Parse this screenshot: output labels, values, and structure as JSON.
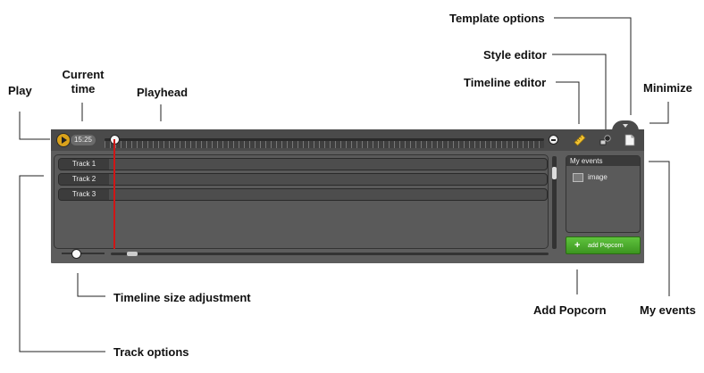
{
  "callouts": {
    "play": "Play",
    "current_time": "Current\ntime",
    "playhead": "Playhead",
    "template_options": "Template options",
    "style_editor": "Style editor",
    "timeline_editor": "Timeline editor",
    "minimize": "Minimize",
    "timeline_size": "Timeline size adjustment",
    "add_popcorn": "Add Popcorn",
    "my_events": "My events",
    "track_options": "Track options"
  },
  "player": {
    "current_time": "15:25"
  },
  "tracks": [
    {
      "label": "Track 1"
    },
    {
      "label": "Track 2"
    },
    {
      "label": "Track 3"
    }
  ],
  "events_panel": {
    "header": "My events",
    "items": [
      {
        "label": "image",
        "icon": "image-icon"
      }
    ]
  },
  "add_button": {
    "label": "add Popcorn",
    "icon": "plus-icon"
  },
  "icons": {
    "play": "play-icon",
    "stop": "stop-icon",
    "timeline_editor": "ruler-icon",
    "style_editor": "style-icon",
    "template_options": "document-icon",
    "minimize": "chevron-down-icon"
  },
  "colors": {
    "panel_background": "#5d5d5d",
    "play_button": "#d9a21b",
    "playhead": "#d01616",
    "add_button": "#4caf2c"
  }
}
